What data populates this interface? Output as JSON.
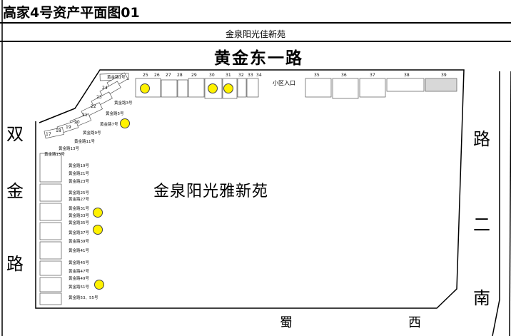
{
  "header": {
    "title": "高家4号资产平面图01",
    "subtitle": "金泉阳光佳新苑"
  },
  "roads": {
    "north": "黄金东一路",
    "west": [
      "双",
      "金",
      "路"
    ],
    "east": [
      "路",
      "二",
      "南"
    ],
    "south_1": "蜀",
    "south_2": "西"
  },
  "map": {
    "community_name": "金泉阳光雅新苑",
    "entrance_label": "小区入口",
    "marker_color": "#fff200",
    "top_building_numbers": [
      "25",
      "26",
      "27",
      "28",
      "29",
      "30",
      "31",
      "32",
      "33",
      "34"
    ],
    "right_building_numbers": [
      "35",
      "36",
      "37",
      "38",
      "39"
    ],
    "diagonal_building_numbers": [
      "24",
      "23",
      "22",
      "21",
      "20",
      "19",
      "18",
      "17"
    ],
    "address_labels": {
      "a1": "黄金路1号",
      "a3": "黄金路3号",
      "a5": "黄金路5号",
      "a7": "黄金路7号",
      "a9": "黄金路9号",
      "a11": "黄金路11号",
      "a13": "黄金路13号",
      "a15": "黄金路15号",
      "a19": "黄金路19号",
      "a21": "黄金路21号",
      "a23": "黄金路23号",
      "a25": "黄金路25号",
      "a27": "黄金路27号",
      "a31": "黄金路31号",
      "a33": "黄金路33号",
      "a35": "黄金路35号",
      "a37": "黄金路37号",
      "a39": "黄金路39号",
      "a41": "黄金路41号",
      "a45": "黄金路45号",
      "a47": "黄金路47号",
      "a49": "黄金路49号",
      "a51": "黄金路51号",
      "a53": "黄金路53、55号"
    }
  }
}
